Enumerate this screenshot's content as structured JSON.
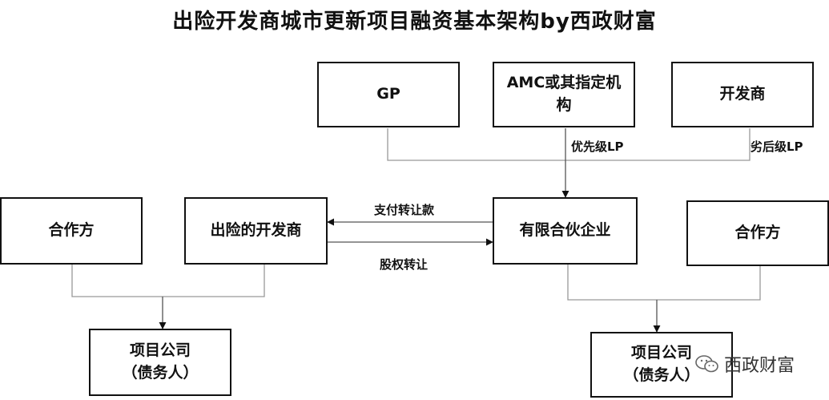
{
  "title": "出险开发商城市更新项目融资基本架构by西政财富",
  "nodes": {
    "gp": "GP",
    "amc": "AMC或其指定机\n构",
    "developer": "开发商",
    "partner_left": "合作方",
    "distressed_developer": "出险的开发商",
    "lp_enterprise": "有限合伙企业",
    "partner_right": "合作方",
    "project_company_left": "项目公司\n（债务人）",
    "project_company_right": "项目公司\n（债务人）"
  },
  "edge_labels": {
    "senior_lp": "优先级LP",
    "junior_lp": "劣后级LP",
    "pay_transfer": "支付转让款",
    "equity_transfer": "股权转让"
  },
  "watermark": {
    "text": "西政财富",
    "icon": "wechat-icon"
  }
}
